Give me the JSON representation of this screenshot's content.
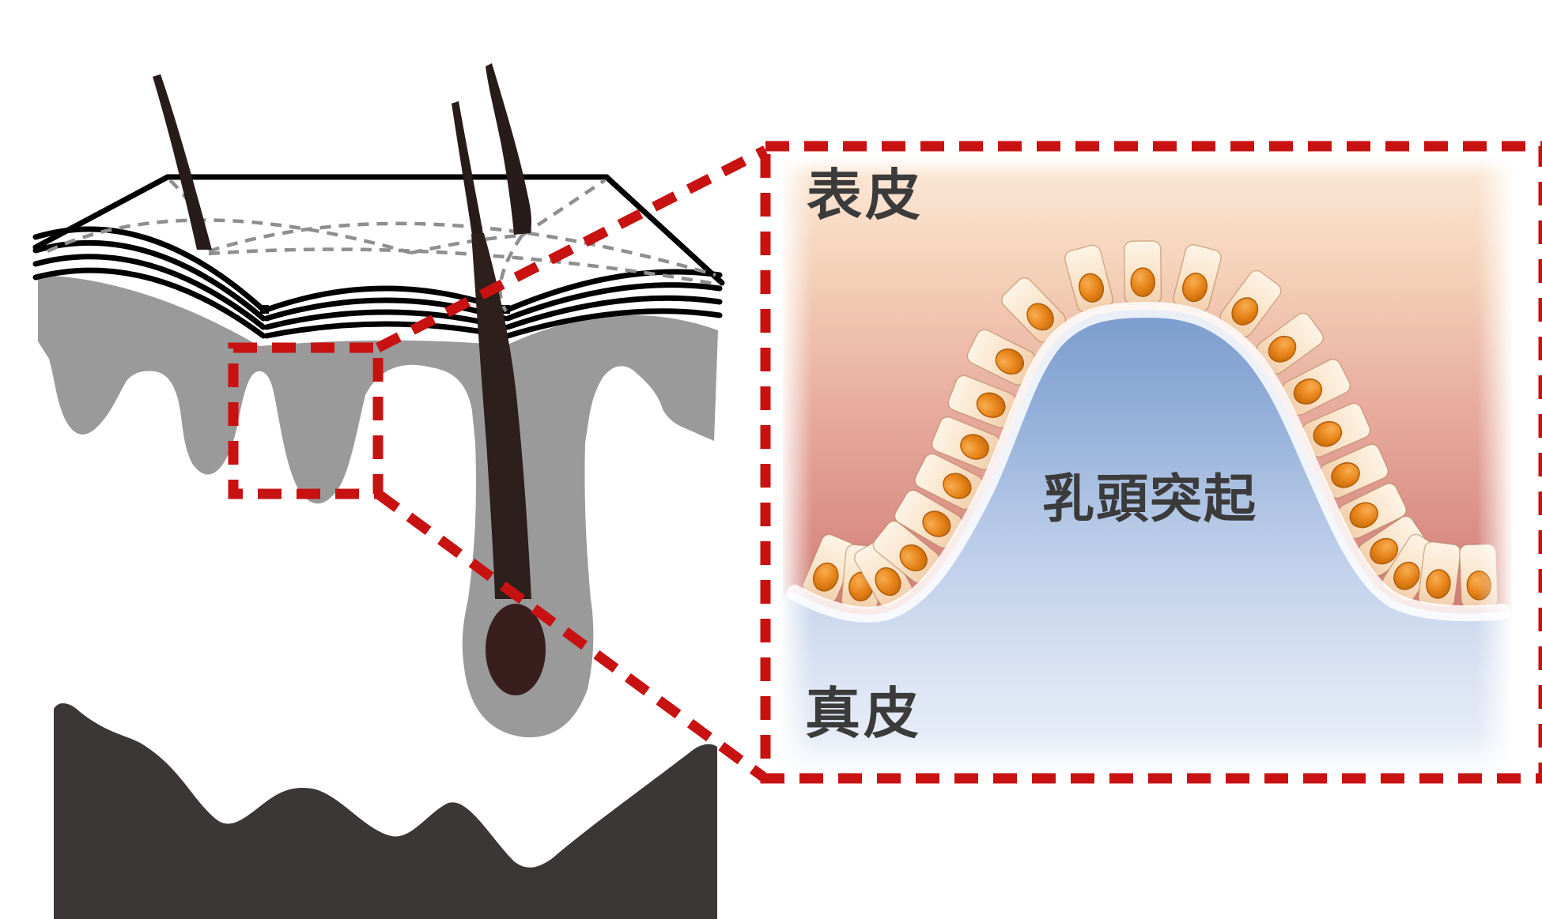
{
  "inset": {
    "epidermis_label": "表皮",
    "dermis_label": "真皮",
    "papilla_label": "乳頭突起"
  },
  "colors": {
    "accent_red": "#c81111",
    "ink": "#3b3b3b",
    "dermis_gray": "#9a9a9a",
    "subcutis_dark": "#3b3736",
    "hair_dark": "#271c19",
    "follicle_bulb": "#381f1d",
    "membrane_gray": "#474747",
    "cell_cream": "#f8e4cc",
    "nucleus_orange": "#e07c10",
    "epidermis_pink_top": "#fbead9",
    "epidermis_red_deep": "#c56461",
    "dermis_blue_top": "#7b9cce",
    "dermis_blue_bottom": "#edf2fa"
  }
}
